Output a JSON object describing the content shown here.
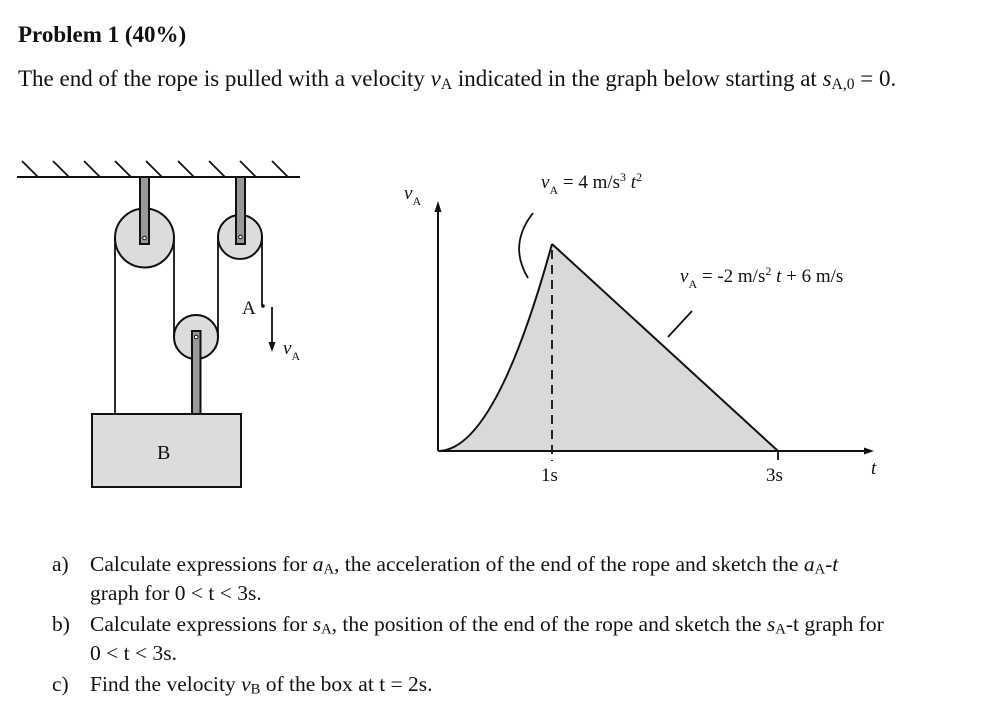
{
  "problem": {
    "title": "Problem 1 (40%)",
    "intro_prefix": "The end of the rope is pulled with a velocity ",
    "intro_var": "v",
    "intro_var_sub": "A",
    "intro_middle": " indicated in the graph below starting at ",
    "intro_s": "s",
    "intro_s_sub": "A,0",
    "intro_suffix": " = 0."
  },
  "pulley_diagram": {
    "point_label": "A",
    "velocity_label": "v",
    "velocity_label_sub": "A",
    "box_label": "B"
  },
  "chart_data": {
    "type": "area",
    "title": "",
    "xlabel": "t",
    "ylabel": "v",
    "ylabel_sub": "A",
    "x_ticks": [
      "1s",
      "3s"
    ],
    "grid": false,
    "segments": [
      {
        "name": "v_A = 4 m/s^3 t^2",
        "label_var": "v",
        "label_sub": "A",
        "label_expr": " = 4 m/s",
        "label_sup": "3",
        "label_t": " t",
        "label_t_sup": "2",
        "t_range": [
          0,
          1
        ],
        "shape": "parabola",
        "points": [
          [
            0,
            0
          ],
          [
            0.25,
            0.25
          ],
          [
            0.5,
            1
          ],
          [
            0.75,
            2.25
          ],
          [
            1,
            4
          ]
        ]
      },
      {
        "name": "v_A = -2 m/s^2 t + 6 m/s",
        "label_var": "v",
        "label_sub": "A",
        "label_expr": " = -2 m/s",
        "label_sup": "2",
        "label_t": " t",
        "label_rest": " + 6 m/s",
        "t_range": [
          1,
          3
        ],
        "shape": "line",
        "points": [
          [
            1,
            4
          ],
          [
            3,
            0
          ]
        ]
      }
    ],
    "x": [
      0,
      1,
      3
    ],
    "y_at_x": [
      0,
      4,
      0
    ],
    "xlim": [
      0,
      3.4
    ],
    "ylim": [
      0,
      4.5
    ],
    "fill": "#d9d9d9",
    "dashed_marker_at": 1
  },
  "questions": [
    {
      "label": "a)",
      "line1_pre": "Calculate expressions for ",
      "line1_var": "a",
      "line1_sub": "A",
      "line1_mid": ", the acceleration of the end of the rope and sketch the ",
      "line1_var2": "a",
      "line1_sub2": "A",
      "line1_end": "-t",
      "line2": "graph for 0 < t < 3s."
    },
    {
      "label": "b)",
      "line1_pre": "Calculate expressions for ",
      "line1_var": "s",
      "line1_sub": "A",
      "line1_mid": ", the position of the end of the rope and sketch the ",
      "line1_var2": "s",
      "line1_sub2": "A",
      "line1_end": "-t graph for",
      "line2": "0 < t < 3s."
    },
    {
      "label": "c)",
      "line1_pre": "Find the velocity ",
      "line1_var": "v",
      "line1_sub": "B",
      "line1_mid": " of the box at ",
      "line1_end": "t = 2s."
    }
  ]
}
